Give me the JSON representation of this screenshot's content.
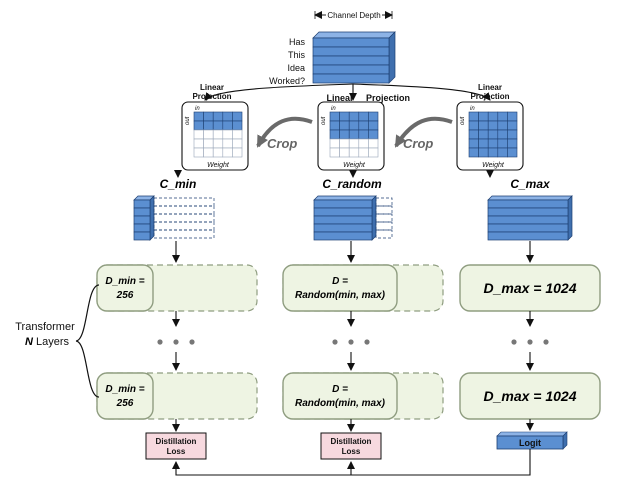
{
  "colors": {
    "blue_fill": "#5b8fd1",
    "blue_side": "#3f6fae",
    "blue_top": "#8db3e6",
    "outline": "#1d3f72",
    "green_fill": "#eef4e3",
    "green_stroke": "#8f9d80",
    "pink_fill": "#f7d9df",
    "crop_text": "#666666",
    "dots": "#777777"
  },
  "top": {
    "channel_depth": "Channel Depth",
    "question": [
      "Has",
      "This",
      "Idea",
      "Worked?"
    ]
  },
  "projections": [
    {
      "title": [
        "Linear",
        "Projection"
      ],
      "in_label": "in",
      "out_label": "out",
      "weight_label": "Weight",
      "filled_rows": 2
    },
    {
      "title": [
        "Linear",
        "Projection"
      ],
      "in_label": "in",
      "out_label": "out",
      "weight_label": "Weight",
      "filled_rows": 3
    },
    {
      "title": [
        "Linear",
        "Projection"
      ],
      "in_label": "in",
      "out_label": "out",
      "weight_label": "Weight",
      "filled_rows": 5
    }
  ],
  "crop_labels": [
    "Crop",
    "Crop"
  ],
  "columns": [
    {
      "name": "C_min",
      "layer_top": [
        "D_min =",
        "256"
      ],
      "layer_bottom": [
        "D_min =",
        "256"
      ],
      "output": [
        "Distillation",
        "Loss"
      ]
    },
    {
      "name": "C_random",
      "layer_top": [
        "D =",
        "Random(min, max)"
      ],
      "layer_bottom": [
        "D =",
        "Random(min, max)"
      ],
      "output": [
        "Distillation",
        "Loss"
      ]
    },
    {
      "name": "C_max",
      "layer_top": [
        "D_max = 1024"
      ],
      "layer_bottom": [
        "D_max = 1024"
      ],
      "output": [
        "Logit"
      ]
    }
  ],
  "transformer": {
    "label": "Transformer",
    "n": "N",
    "layers": "Layers"
  }
}
